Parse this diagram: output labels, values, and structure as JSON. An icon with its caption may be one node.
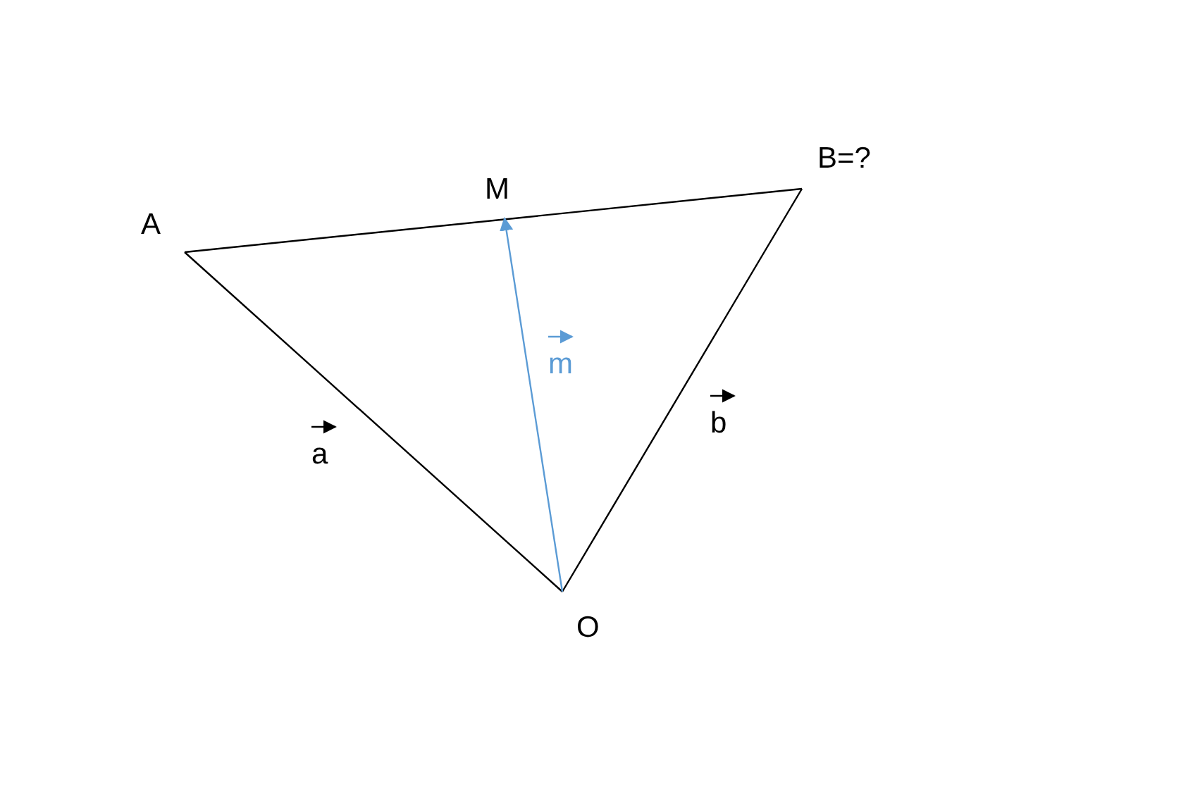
{
  "diagram": {
    "nodes": [
      {
        "text": [
          "A"
        ]
      },
      {
        "text": [
          "M"
        ]
      },
      {
        "text": [
          "B=?"
        ]
      },
      {
        "text": [
          "O"
        ]
      }
    ],
    "edges": [
      {
        "from": 0,
        "to": 2,
        "arrow": "none"
      },
      {
        "from": 0,
        "to": 3,
        "arrow": "none",
        "label": "a"
      },
      {
        "from": 3,
        "to": 2,
        "arrow": "none",
        "label": "b"
      },
      {
        "from": 3,
        "to": 1,
        "arrow": "to",
        "label": "m",
        "color": "#5b9bd5"
      }
    ]
  }
}
